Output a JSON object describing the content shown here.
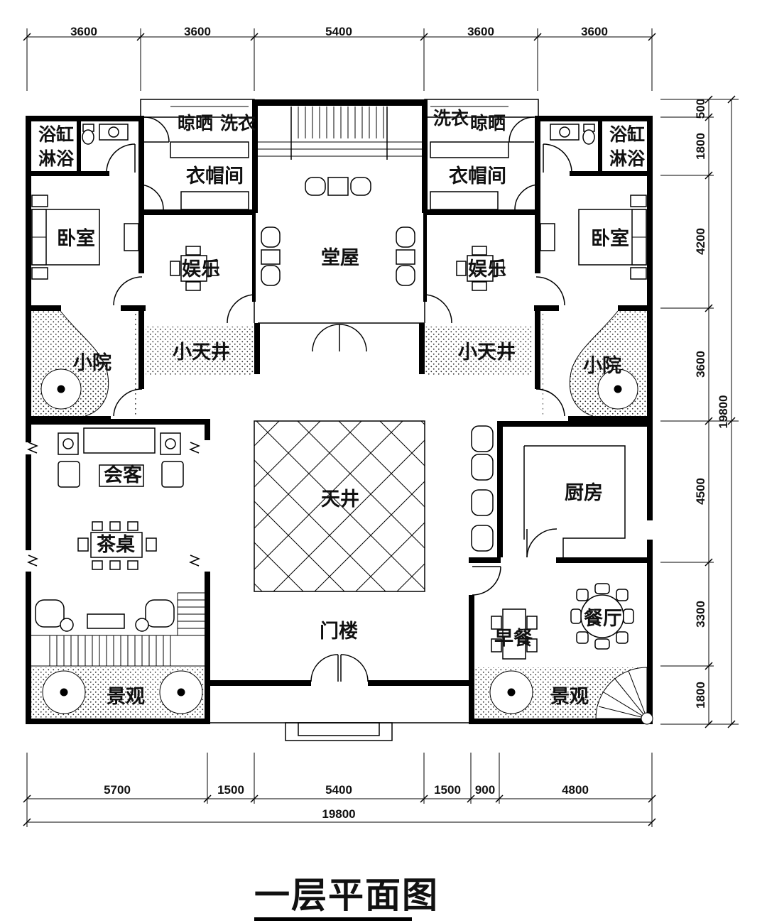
{
  "title": "一层平面图",
  "dimensions": {
    "top": [
      "3600",
      "3600",
      "5400",
      "3600",
      "3600"
    ],
    "bottom": [
      "5700",
      "1500",
      "5400",
      "1500",
      "900",
      "4800"
    ],
    "bottom_total": "19800",
    "right": [
      "500",
      "1800",
      "4200",
      "3600",
      "4500",
      "3300",
      "1800"
    ],
    "right_total": "19800"
  },
  "rooms": {
    "bath_left_1": "浴缸",
    "bath_left_2": "淋浴",
    "bath_right_1": "浴缸",
    "bath_right_2": "淋浴",
    "drying_left": "晾晒",
    "laundry_left": "洗衣",
    "laundry_right": "洗衣",
    "drying_right": "晾晒",
    "closet_left": "衣帽间",
    "closet_right": "衣帽间",
    "bedroom_left": "卧室",
    "bedroom_right": "卧室",
    "ent_left": "娱乐",
    "ent_right": "娱乐",
    "main_hall": "堂屋",
    "small_well_left": "小天井",
    "small_well_right": "小天井",
    "yard_left": "小院",
    "yard_right": "小院",
    "living": "会客",
    "tea": "茶桌",
    "courtyard": "天井",
    "kitchen": "厨房",
    "gate": "门楼",
    "breakfast": "早餐",
    "dining": "餐厅",
    "landscape_left": "景观",
    "landscape_right": "景观"
  }
}
